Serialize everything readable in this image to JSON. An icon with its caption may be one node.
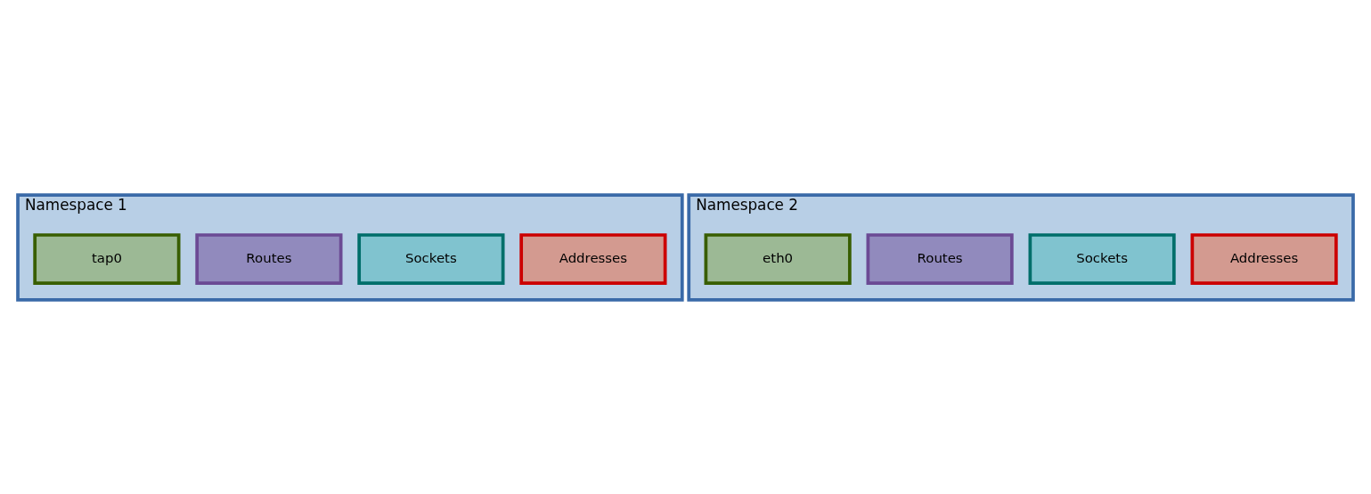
{
  "diagram": {
    "nodes": [
      {
        "text": [
          "Namespace 1"
        ]
      },
      {
        "text": [
          "Addresses"
        ],
        "in": 0
      },
      {
        "text": [
          "Sockets"
        ],
        "in": 0
      },
      {
        "text": [
          "Routes"
        ],
        "in": 0
      },
      {
        "text": [
          "tap0"
        ],
        "in": 0
      },
      {
        "text": [
          "Namespace 2"
        ]
      },
      {
        "text": [
          "Addresses"
        ],
        "in": 5
      },
      {
        "text": [
          "Sockets"
        ],
        "in": 5
      },
      {
        "text": [
          "Routes"
        ],
        "in": 5
      },
      {
        "text": [
          "eth0"
        ],
        "in": 5
      }
    ],
    "edges": []
  }
}
